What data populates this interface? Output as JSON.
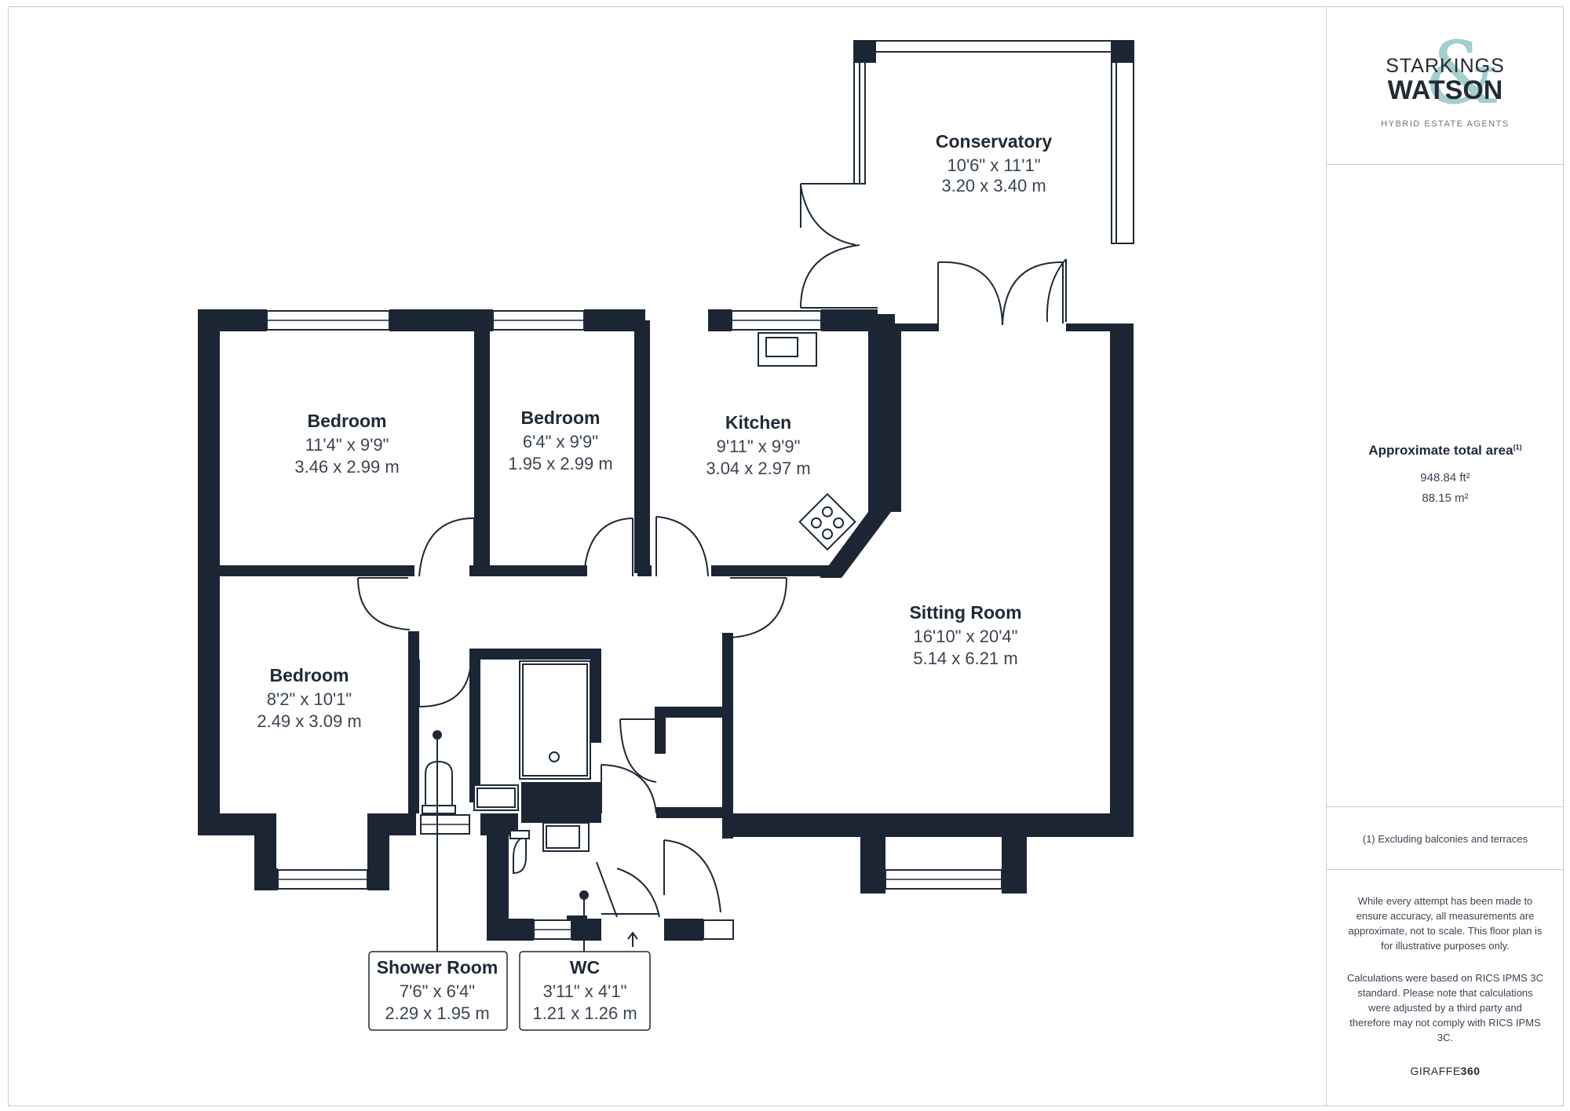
{
  "colors": {
    "wall": "#1b2533",
    "line": "#1e2a38",
    "accent": "#a3cfcc"
  },
  "rooms": {
    "conservatory": {
      "name": "Conservatory",
      "imperial": "10'6\" x 11'1\"",
      "metric": "3.20 x 3.40 m"
    },
    "bedroom1": {
      "name": "Bedroom",
      "imperial": "11'4\" x 9'9\"",
      "metric": "3.46 x 2.99 m"
    },
    "bedroom2": {
      "name": "Bedroom",
      "imperial": "6'4\" x 9'9\"",
      "metric": "1.95 x 2.99 m"
    },
    "kitchen": {
      "name": "Kitchen",
      "imperial": "9'11\" x 9'9\"",
      "metric": "3.04 x 2.97 m"
    },
    "sitting": {
      "name": "Sitting Room",
      "imperial": "16'10\" x 20'4\"",
      "metric": "5.14 x 6.21 m"
    },
    "bedroom3": {
      "name": "Bedroom",
      "imperial": "8'2\" x 10'1\"",
      "metric": "2.49 x 3.09 m"
    },
    "shower": {
      "name": "Shower Room",
      "imperial": "7'6\" x 6'4\"",
      "metric": "2.29 x 1.95 m"
    },
    "wc": {
      "name": "WC",
      "imperial": "3'11\" x 4'1\"",
      "metric": "1.21 x 1.26 m"
    }
  },
  "sidebar": {
    "logo": {
      "line1": "STARKINGS",
      "line2": "WATSON",
      "amp": "&",
      "tagline": "HYBRID ESTATE AGENTS"
    },
    "area": {
      "title": "Approximate total area",
      "footnote_mark": "(1)",
      "sqft": "948.84 ft²",
      "sqm": "88.15 m²"
    },
    "note": "(1) Excluding balconies and terraces",
    "disclaimer1": "While every attempt has been made to ensure accuracy, all measurements are approximate, not to scale. This floor plan is for illustrative purposes only.",
    "disclaimer2": "Calculations were based on RICS IPMS 3C standard. Please note that calculations were adjusted by a third party and therefore may not comply with RICS IPMS 3C.",
    "brand_prefix": "GIRAFFE",
    "brand_suffix": "360"
  }
}
